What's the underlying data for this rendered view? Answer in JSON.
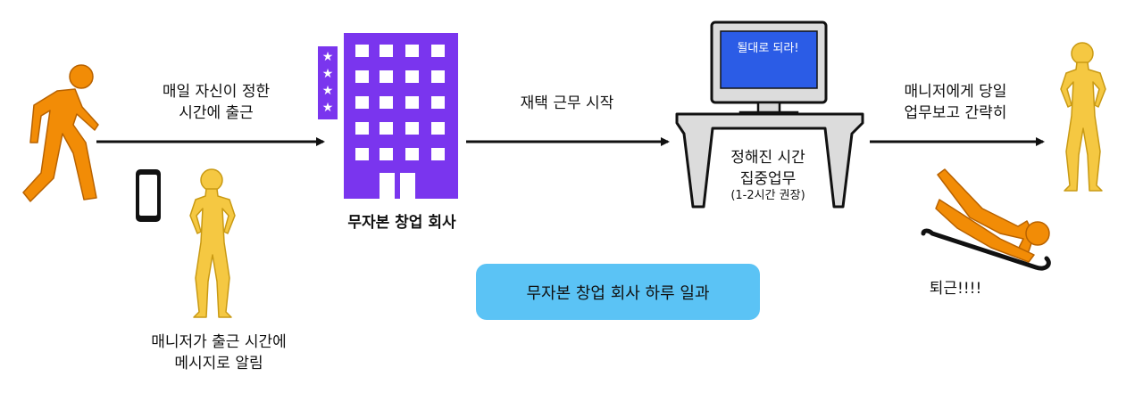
{
  "labels": {
    "commute": [
      "매일 자신이 정한",
      "시간에 출근"
    ],
    "remote_start": "재택 근무 시작",
    "report": [
      "매니저에게 당일",
      "업무보고 간략히"
    ],
    "manager_notice": [
      "매니저가 출근 시간에",
      "메시지로 알림"
    ],
    "company_name": "무자본 창업 회사",
    "focus_work": [
      "정해진 시간",
      "집중업무"
    ],
    "focus_note": "(1-2시간 권장)",
    "leave_work": "퇴근!!!!",
    "screen_text": "될대로 되라!",
    "diagram_title": "무자본 창업 회사 하루 일과"
  },
  "colors": {
    "person_orange": "#f28c06",
    "woman_yellow": "#f5c842",
    "building_purple": "#7a35ee",
    "screen_blue": "#2b5ce6",
    "title_box": "#5bc3f5",
    "arrow": "#111111"
  },
  "icons": [
    "walking-person-icon",
    "phone-icon",
    "woman-icon",
    "building-icon",
    "star-icon",
    "computer-desk-icon",
    "sledding-person-icon"
  ]
}
